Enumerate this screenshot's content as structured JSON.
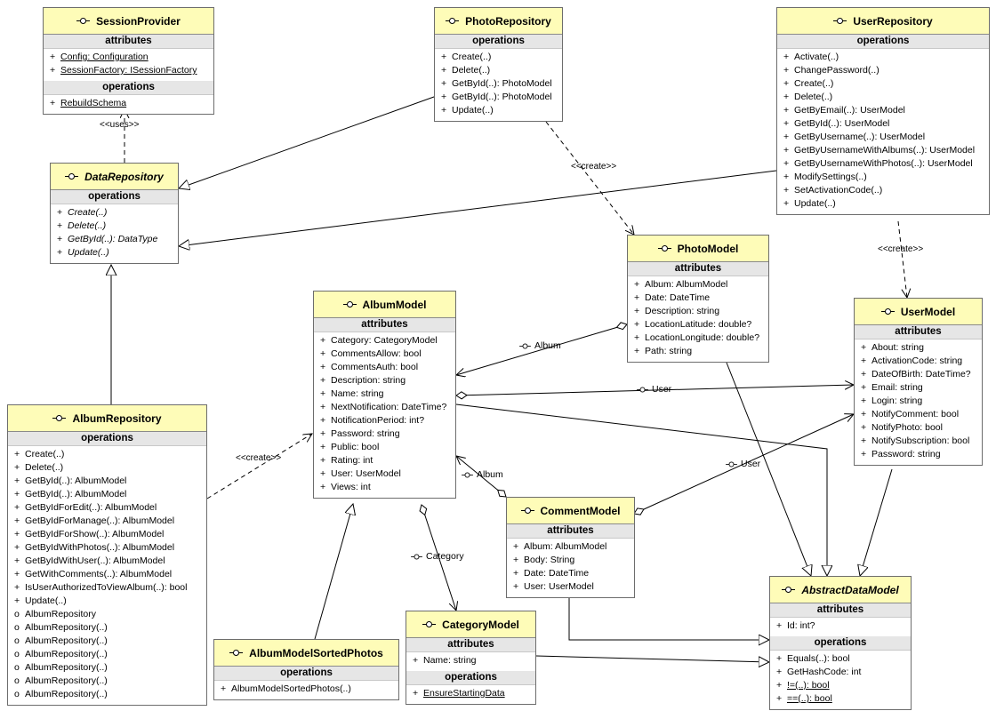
{
  "classes": {
    "session_provider": {
      "title": "SessionProvider",
      "attr_title": "attributes",
      "attributes": [
        {
          "vis": "+",
          "text": "Config: Configuration",
          "static": true
        },
        {
          "vis": "+",
          "text": "SessionFactory: ISessionFactory",
          "static": true
        }
      ],
      "ops_title": "operations",
      "operations": [
        {
          "vis": "+",
          "text": "RebuildSchema",
          "static": true
        }
      ]
    },
    "photo_repository": {
      "title": "PhotoRepository",
      "ops_title": "operations",
      "operations": [
        {
          "vis": "+",
          "text": "Create(..)"
        },
        {
          "vis": "+",
          "text": "Delete(..)"
        },
        {
          "vis": "+",
          "text": "GetById(..): PhotoModel"
        },
        {
          "vis": "+",
          "text": "GetById(..): PhotoModel"
        },
        {
          "vis": "+",
          "text": "Update(..)"
        }
      ]
    },
    "user_repository": {
      "title": "UserRepository",
      "ops_title": "operations",
      "operations": [
        {
          "vis": "+",
          "text": "Activate(..)"
        },
        {
          "vis": "+",
          "text": "ChangePassword(..)"
        },
        {
          "vis": "+",
          "text": "Create(..)"
        },
        {
          "vis": "+",
          "text": "Delete(..)"
        },
        {
          "vis": "+",
          "text": "GetByEmail(..): UserModel"
        },
        {
          "vis": "+",
          "text": "GetById(..): UserModel"
        },
        {
          "vis": "+",
          "text": "GetByUsername(..): UserModel"
        },
        {
          "vis": "+",
          "text": "GetByUsernameWithAlbums(..): UserModel"
        },
        {
          "vis": "+",
          "text": "GetByUsernameWithPhotos(..): UserModel"
        },
        {
          "vis": "+",
          "text": "ModifySettings(..)"
        },
        {
          "vis": "+",
          "text": "SetActivationCode(..)"
        },
        {
          "vis": "+",
          "text": "Update(..)"
        }
      ]
    },
    "data_repository": {
      "title": "DataRepository",
      "ops_title": "operations",
      "operations": [
        {
          "vis": "+",
          "text": "Create(..)",
          "abstract": true
        },
        {
          "vis": "+",
          "text": "Delete(..)",
          "abstract": true
        },
        {
          "vis": "+",
          "text": "GetById(..): DataType",
          "abstract": true
        },
        {
          "vis": "+",
          "text": "Update(..)",
          "abstract": true
        }
      ]
    },
    "photo_model": {
      "title": "PhotoModel",
      "attr_title": "attributes",
      "attributes": [
        {
          "vis": "+",
          "text": "Album: AlbumModel"
        },
        {
          "vis": "+",
          "text": "Date: DateTime"
        },
        {
          "vis": "+",
          "text": "Description: string"
        },
        {
          "vis": "+",
          "text": "LocationLatitude: double?"
        },
        {
          "vis": "+",
          "text": "LocationLongitude: double?"
        },
        {
          "vis": "+",
          "text": "Path: string"
        }
      ]
    },
    "album_model": {
      "title": "AlbumModel",
      "attr_title": "attributes",
      "attributes": [
        {
          "vis": "+",
          "text": "Category: CategoryModel"
        },
        {
          "vis": "+",
          "text": "CommentsAllow: bool"
        },
        {
          "vis": "+",
          "text": "CommentsAuth: bool"
        },
        {
          "vis": "+",
          "text": "Description: string"
        },
        {
          "vis": "+",
          "text": "Name: string"
        },
        {
          "vis": "+",
          "text": "NextNotification: DateTime?"
        },
        {
          "vis": "+",
          "text": "NotificationPeriod: int?"
        },
        {
          "vis": "+",
          "text": "Password: string"
        },
        {
          "vis": "+",
          "text": "Public: bool"
        },
        {
          "vis": "+",
          "text": "Rating: int"
        },
        {
          "vis": "+",
          "text": "User: UserModel"
        },
        {
          "vis": "+",
          "text": "Views: int"
        }
      ]
    },
    "user_model": {
      "title": "UserModel",
      "attr_title": "attributes",
      "attributes": [
        {
          "vis": "+",
          "text": "About: string"
        },
        {
          "vis": "+",
          "text": "ActivationCode: string"
        },
        {
          "vis": "+",
          "text": "DateOfBirth: DateTime?"
        },
        {
          "vis": "+",
          "text": "Email: string"
        },
        {
          "vis": "+",
          "text": "Login: string"
        },
        {
          "vis": "+",
          "text": "NotifyComment: bool"
        },
        {
          "vis": "+",
          "text": "NotifyPhoto: bool"
        },
        {
          "vis": "+",
          "text": "NotifySubscription: bool"
        },
        {
          "vis": "+",
          "text": "Password: string"
        }
      ]
    },
    "album_repository": {
      "title": "AlbumRepository",
      "ops_title": "operations",
      "operations": [
        {
          "vis": "+",
          "text": "Create(..)"
        },
        {
          "vis": "+",
          "text": "Delete(..)"
        },
        {
          "vis": "+",
          "text": "GetById(..): AlbumModel"
        },
        {
          "vis": "+",
          "text": "GetById(..): AlbumModel"
        },
        {
          "vis": "+",
          "text": "GetByIdForEdit(..): AlbumModel"
        },
        {
          "vis": "+",
          "text": "GetByIdForManage(..): AlbumModel"
        },
        {
          "vis": "+",
          "text": "GetByIdForShow(..): AlbumModel"
        },
        {
          "vis": "+",
          "text": "GetByIdWithPhotos(..): AlbumModel"
        },
        {
          "vis": "+",
          "text": "GetByIdWithUser(..): AlbumModel"
        },
        {
          "vis": "+",
          "text": "GetWithComments(..): AlbumModel"
        },
        {
          "vis": "+",
          "text": "IsUserAuthorizedToViewAlbum(..): bool"
        },
        {
          "vis": "+",
          "text": "Update(..)"
        },
        {
          "vis": "o",
          "text": "AlbumRepository"
        },
        {
          "vis": "o",
          "text": "AlbumRepository(..)"
        },
        {
          "vis": "o",
          "text": "AlbumRepository(..)"
        },
        {
          "vis": "o",
          "text": "AlbumRepository(..)"
        },
        {
          "vis": "o",
          "text": "AlbumRepository(..)"
        },
        {
          "vis": "o",
          "text": "AlbumRepository(..)"
        },
        {
          "vis": "o",
          "text": "AlbumRepository(..)"
        }
      ]
    },
    "comment_model": {
      "title": "CommentModel",
      "attr_title": "attributes",
      "attributes": [
        {
          "vis": "+",
          "text": "Album: AlbumModel"
        },
        {
          "vis": "+",
          "text": "Body: String"
        },
        {
          "vis": "+",
          "text": "Date: DateTime"
        },
        {
          "vis": "+",
          "text": "User: UserModel"
        }
      ]
    },
    "album_model_sorted_photos": {
      "title": "AlbumModelSortedPhotos",
      "ops_title": "operations",
      "operations": [
        {
          "vis": "+",
          "text": "AlbumModelSortedPhotos(..)"
        }
      ]
    },
    "category_model": {
      "title": "CategoryModel",
      "attr_title": "attributes",
      "attributes": [
        {
          "vis": "+",
          "text": "Name: string"
        }
      ],
      "ops_title": "operations",
      "operations": [
        {
          "vis": "+",
          "text": "EnsureStartingData",
          "static": true
        }
      ]
    },
    "abstract_data_model": {
      "title": "AbstractDataModel",
      "attr_title": "attributes",
      "attributes": [
        {
          "vis": "+",
          "text": "Id: int?"
        }
      ],
      "ops_title": "operations",
      "operations": [
        {
          "vis": "+",
          "text": "Equals(..): bool"
        },
        {
          "vis": "+",
          "text": "GetHashCode: int"
        },
        {
          "vis": "+",
          "text": "!=(..): bool",
          "static": true
        },
        {
          "vis": "+",
          "text": "==(..): bool",
          "static": true
        }
      ]
    }
  },
  "labels": {
    "uses": "<<uses>>",
    "create_photo": "<<create>>",
    "create_user": "<<create>>",
    "create_album": "<<create>>"
  },
  "roles": {
    "album_photo": "Album",
    "user_album": "User",
    "user_comment": "User",
    "album_comment": "Album",
    "category": "Category"
  },
  "colors": {
    "header_fill": "#fefcb8",
    "section_fill": "#e6e6e6",
    "border": "#6d6d6d"
  }
}
